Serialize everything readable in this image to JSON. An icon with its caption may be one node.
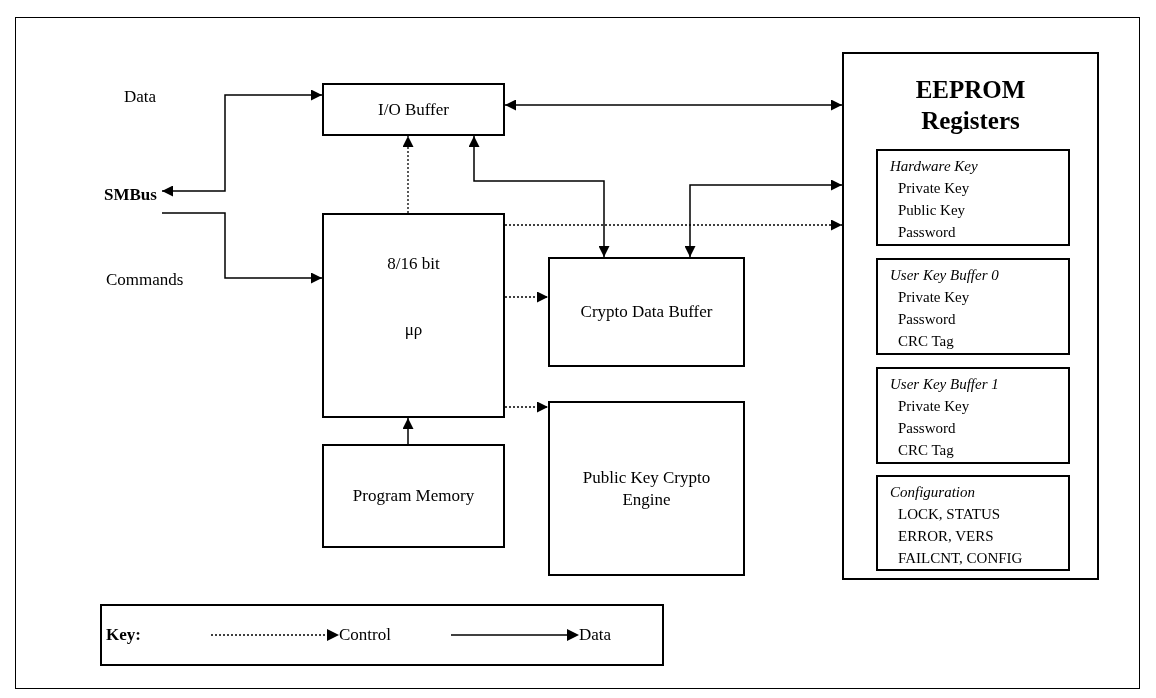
{
  "diagram": {
    "nodes": [
      {
        "text": [
          "SMBus"
        ]
      },
      {
        "text": [
          "I/O Buffer"
        ]
      },
      {
        "text": [
          "8/16 bit",
          "μρ"
        ]
      },
      {
        "text": [
          "Crypto Data Buffer"
        ]
      },
      {
        "text": [
          "Public Key Crypto Engine"
        ]
      },
      {
        "text": [
          "Program Memory"
        ]
      },
      {
        "text": [
          "EEPROM Registers"
        ]
      },
      {
        "text": [
          "Hardware Key",
          "Private Key",
          "Public Key",
          "Password"
        ],
        "in": 6
      },
      {
        "text": [
          "User Key Buffer 0",
          "Private Key",
          "Password",
          "CRC Tag"
        ],
        "in": 6
      },
      {
        "text": [
          "User Key Buffer 1",
          "Private Key",
          "Password",
          "CRC Tag"
        ],
        "in": 6
      },
      {
        "text": [
          "Configuration",
          "LOCK, STATUS",
          "ERROR, VERS",
          "FAILCNT, CONFIG"
        ],
        "in": 6
      }
    ],
    "edges": [
      {
        "from": 0,
        "to": 1,
        "arrow": "both",
        "label": "Data"
      },
      {
        "from": 0,
        "to": 2,
        "arrow": "to",
        "label": "Commands"
      },
      {
        "from": 2,
        "to": 1,
        "arrow": "to",
        "style": "dashed"
      },
      {
        "from": 1,
        "to": 3,
        "arrow": "both"
      },
      {
        "from": 6,
        "to": 3,
        "arrow": "both"
      },
      {
        "from": 1,
        "to": 6,
        "arrow": "both"
      },
      {
        "from": 2,
        "to": 6,
        "arrow": "to",
        "style": "dashed"
      },
      {
        "from": 2,
        "to": 3,
        "arrow": "to",
        "style": "dashed"
      },
      {
        "from": 2,
        "to": 4,
        "arrow": "to",
        "style": "dashed"
      },
      {
        "from": 5,
        "to": 2,
        "arrow": "to"
      }
    ],
    "labels": [
      "Key:"
    ],
    "legend": [
      {
        "text": "Control"
      },
      {
        "text": "Data"
      }
    ]
  }
}
